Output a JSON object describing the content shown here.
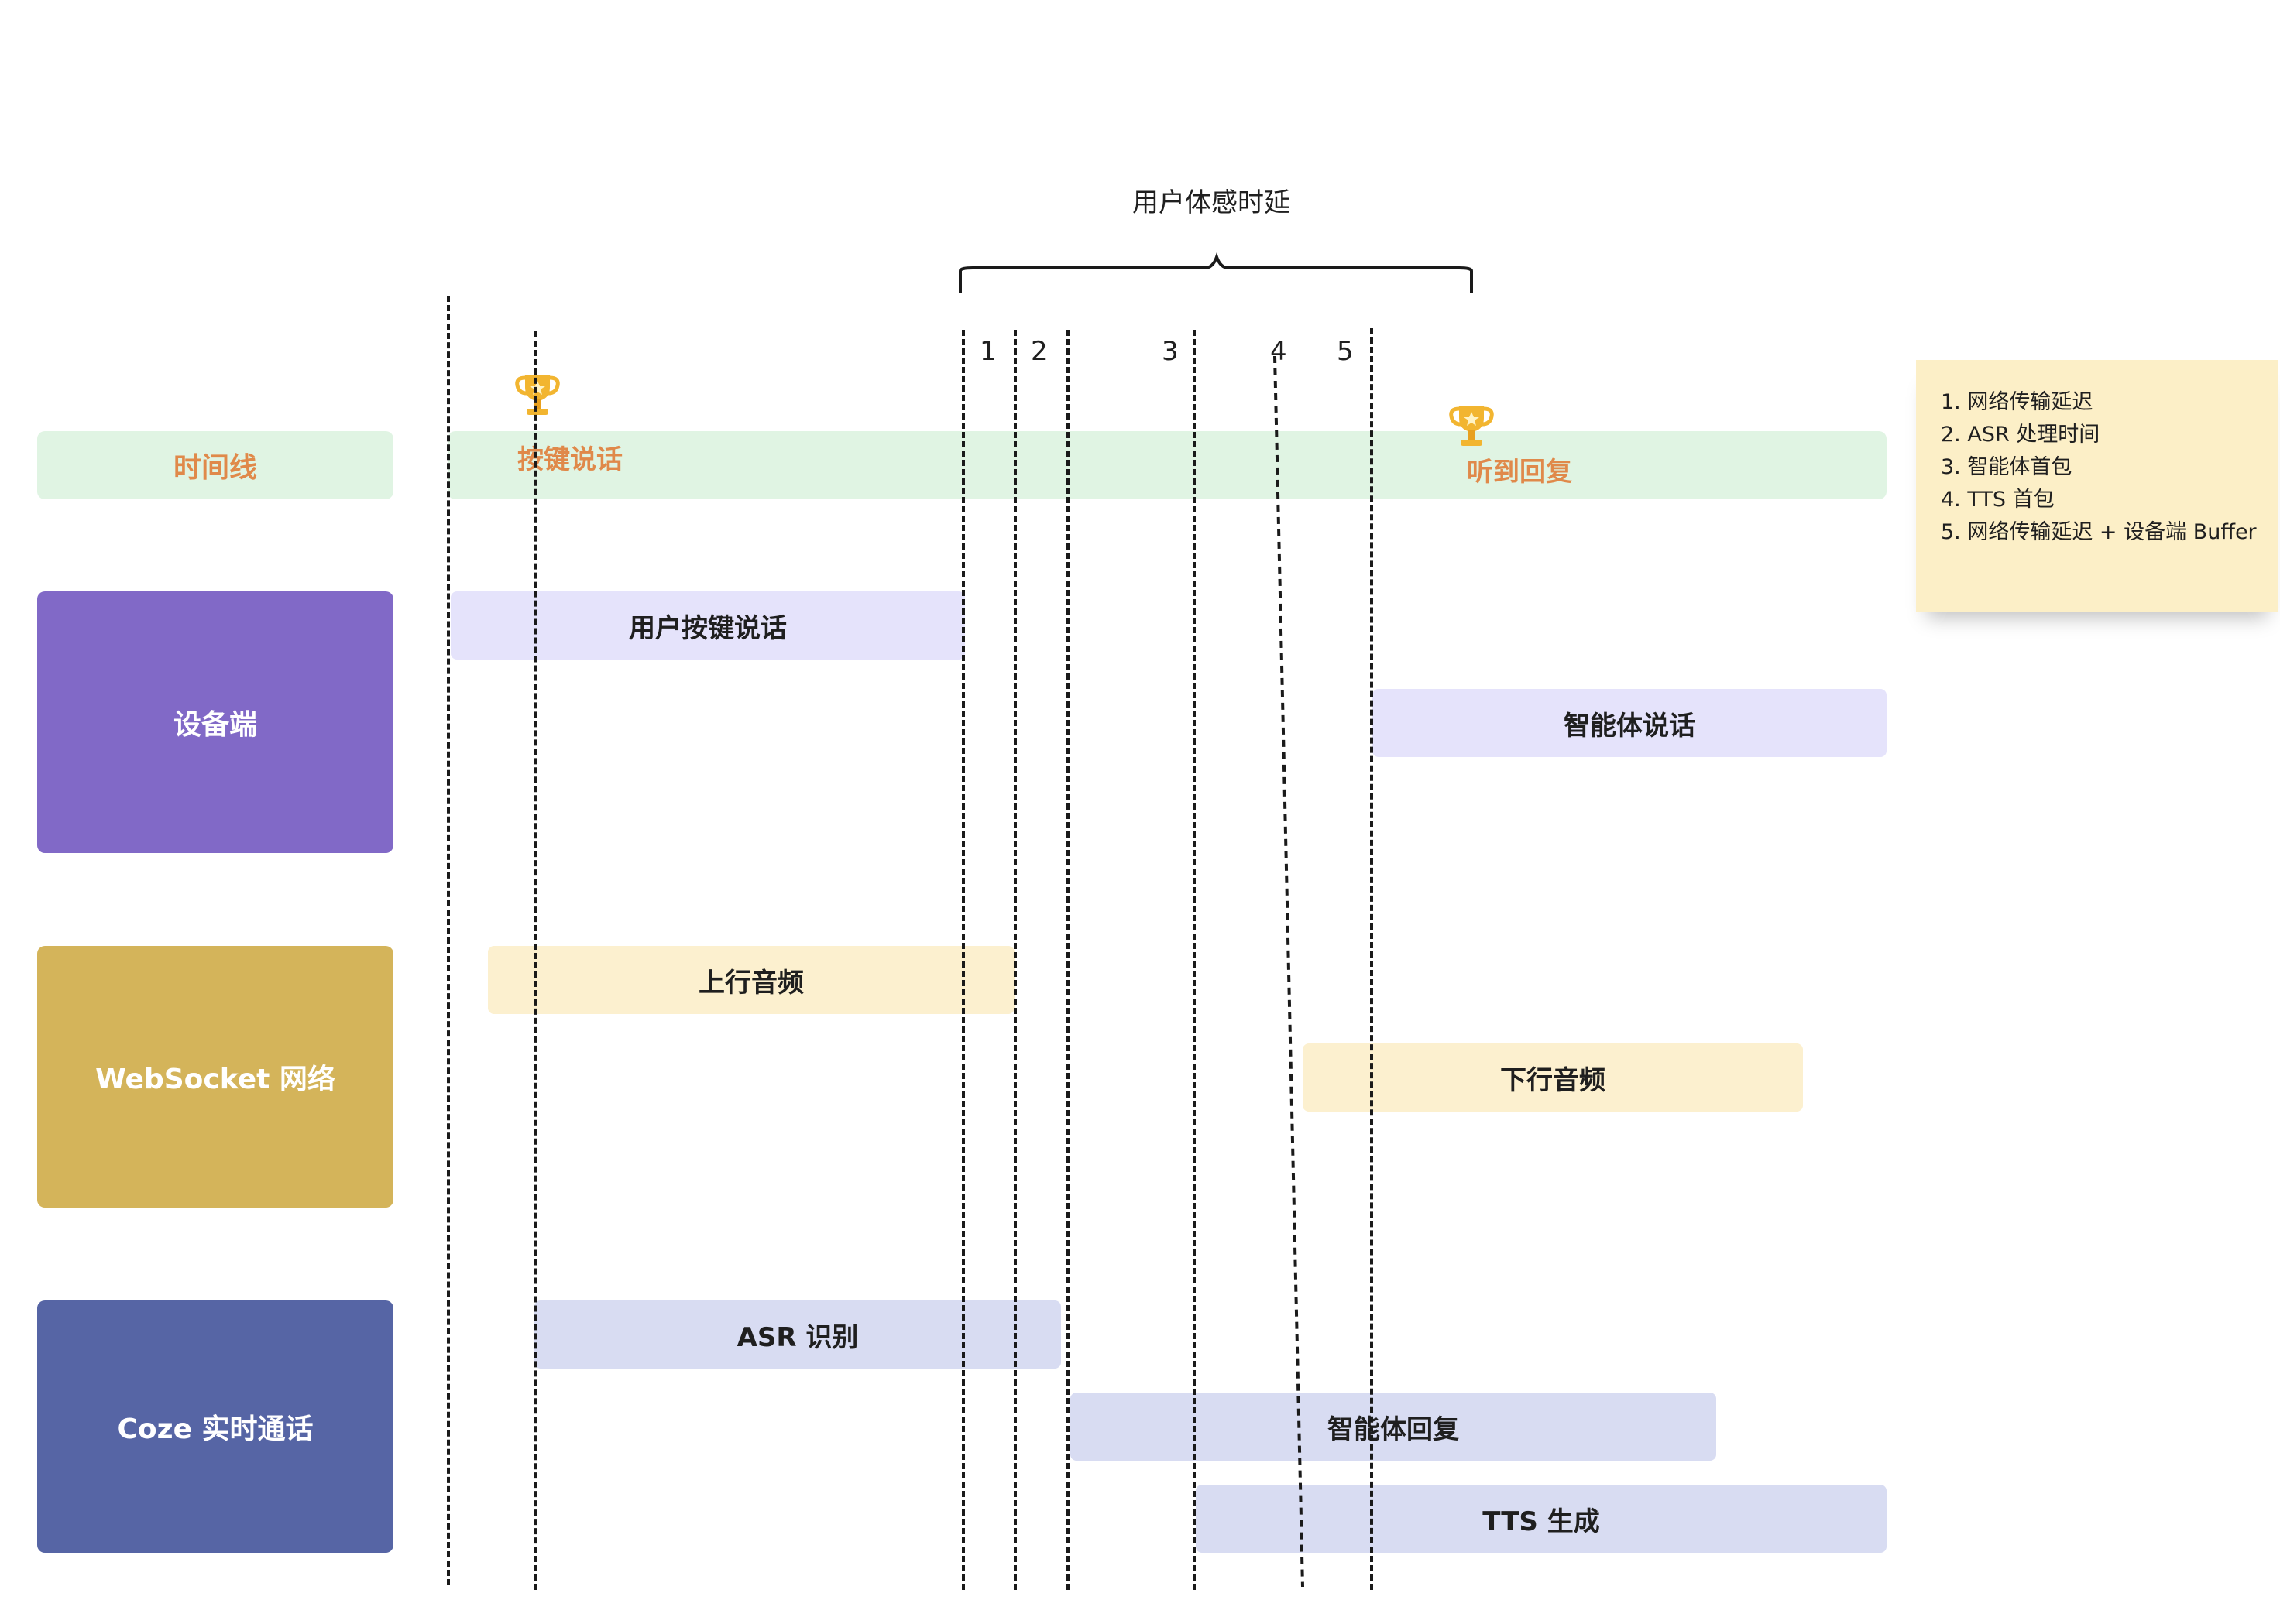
{
  "header": {
    "title": "用户体感时延"
  },
  "markers": [
    "1",
    "2",
    "3",
    "4",
    "5"
  ],
  "lanes": {
    "timeline": {
      "label": "时间线",
      "events": {
        "press": "按键说话",
        "hear": "听到回复"
      }
    },
    "device": {
      "label": "设备端",
      "bars": {
        "user_speak": "用户按键说话",
        "agent_speak": "智能体说话"
      }
    },
    "network": {
      "label": "WebSocket 网络",
      "bars": {
        "uplink": "上行音频",
        "downlink": "下行音频"
      }
    },
    "coze": {
      "label": "Coze 实时通话",
      "bars": {
        "asr": "ASR 识别",
        "agent_reply": "智能体回复",
        "tts": "TTS 生成"
      }
    }
  },
  "notes": [
    "1. 网络传输延迟",
    "2. ASR 处理时间",
    "3. 智能体首包",
    "4. TTS 首包",
    "5. 网络传输延迟 + 设备端 Buffer"
  ],
  "colors": {
    "timeline_band": "#e0f4e3",
    "timeline_text": "#e0894a",
    "device_lane": "#8169c7",
    "device_bar": "#e5e3fb",
    "network_lane": "#d4b45a",
    "network_bar": "#fcf0cf",
    "coze_lane": "#5665a5",
    "coze_bar": "#d8dcf2",
    "note_bg": "#fcefc7",
    "trophy": "#f2b530"
  },
  "icons": {
    "milestone": "trophy-icon"
  }
}
